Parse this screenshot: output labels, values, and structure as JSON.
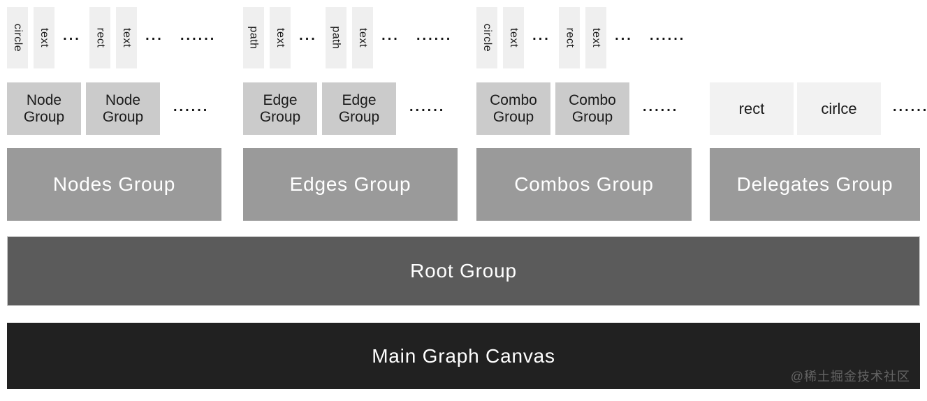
{
  "ellipsis": {
    "short": "...",
    "long": "......"
  },
  "columns": [
    {
      "tiles": [
        "circle",
        "text",
        "rect",
        "text"
      ],
      "groups": [
        "Node Group",
        "Node Group"
      ],
      "layer": "Nodes Group"
    },
    {
      "tiles": [
        "path",
        "text",
        "path",
        "text"
      ],
      "groups": [
        "Edge Group",
        "Edge Group"
      ],
      "layer": "Edges Group"
    },
    {
      "tiles": [
        "circle",
        "text",
        "rect",
        "text"
      ],
      "groups": [
        "Combo Group",
        "Combo Group"
      ],
      "layer": "Combos Group"
    },
    {
      "tiles": [],
      "groups": [
        "rect",
        "cirlce"
      ],
      "layer": "Delegates Group"
    }
  ],
  "root_group": {
    "label": "Root Group"
  },
  "canvas": {
    "label": "Main Graph Canvas"
  },
  "watermark": {
    "label": "@稀土掘金技术社区"
  },
  "colors": {
    "tile_bg": "#efefef",
    "group_box_bg": "#cbcbcb",
    "delegate_box_bg": "#f2f2f2",
    "layer_box_bg": "#9a9a9a",
    "root_bg": "#5b5b5b",
    "canvas_bg": "#212121",
    "text_dark": "#1a1a1a",
    "text_light": "#ffffff",
    "watermark_text": "#646464"
  }
}
